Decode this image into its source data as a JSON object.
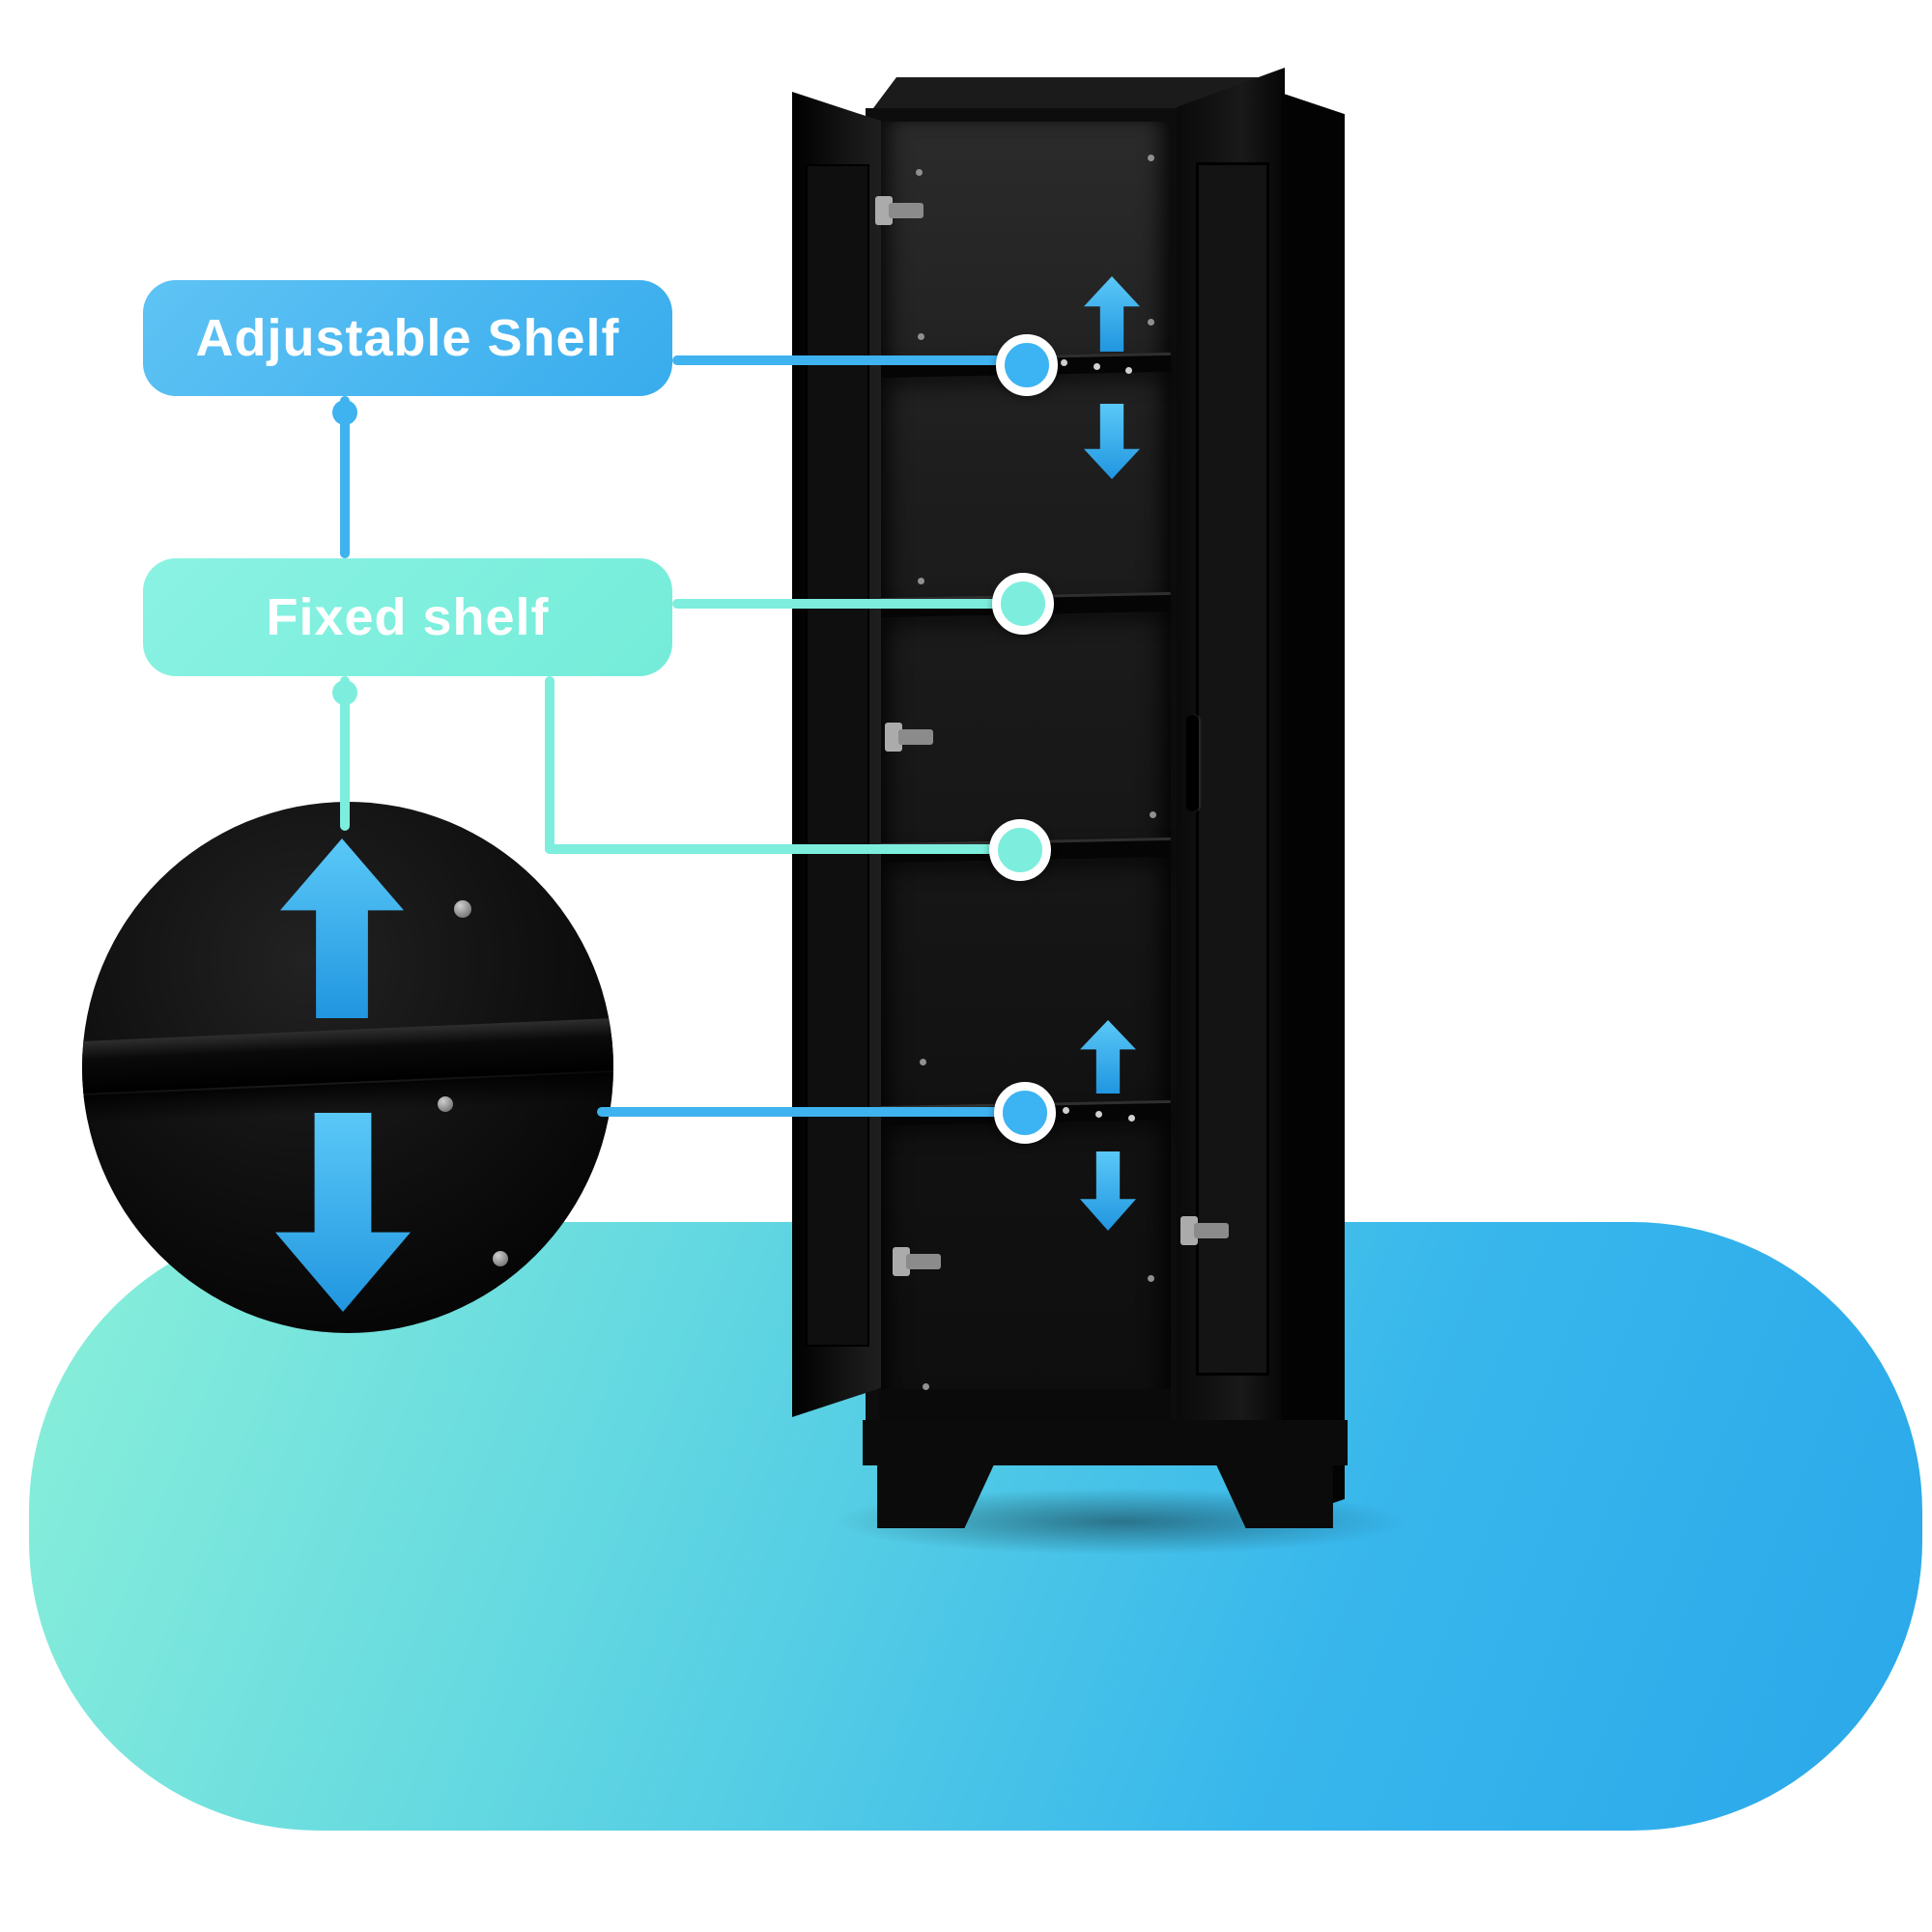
{
  "callouts": {
    "adjustable_shelf": {
      "label": "Adjustable Shelf",
      "color": "#38aced"
    },
    "fixed_shelf": {
      "label": "Fixed shelf",
      "color": "#74ecd9"
    }
  },
  "markers": {
    "adjustable_top": {
      "color": "#3cb3f2"
    },
    "fixed_upper": {
      "color": "#7deedd"
    },
    "fixed_lower": {
      "color": "#7deedd"
    },
    "adjustable_bottom": {
      "color": "#3cb3f2"
    }
  },
  "icons": {
    "adjustable_indicator": "arrow-up-icon / arrow-down-icon",
    "zoom_detail": "magnified shelf close-up with up/down arrows"
  },
  "colors": {
    "background": "#ffffff",
    "arrow_blue_top": "#5ac8f7",
    "arrow_blue_bottom": "#2196e0",
    "connector_blue": "#3fb2f0",
    "connector_teal": "#7deedd",
    "blob_gradient_left": "#8bf0d9",
    "blob_gradient_right": "#2aa7ea",
    "cabinet_black": "#0d0d0d"
  }
}
